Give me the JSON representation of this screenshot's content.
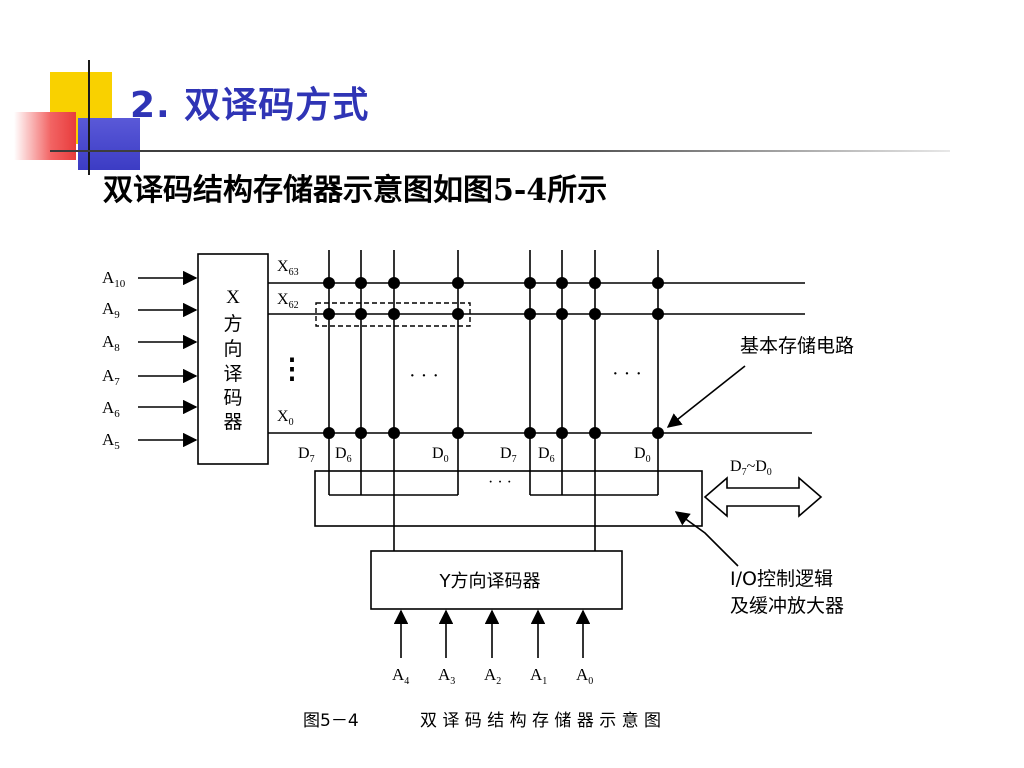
{
  "slide": {
    "title": "2. 双译码方式",
    "subtitle": "双译码结构存储器示意图如图5-4所示"
  },
  "diagram": {
    "x_inputs": [
      {
        "base": "A",
        "sub": "10"
      },
      {
        "base": "A",
        "sub": "9"
      },
      {
        "base": "A",
        "sub": "8"
      },
      {
        "base": "A",
        "sub": "7"
      },
      {
        "base": "A",
        "sub": "6"
      },
      {
        "base": "A",
        "sub": "5"
      }
    ],
    "x_decoder_label": [
      "X",
      "方",
      "向",
      "译",
      "码",
      "器"
    ],
    "row_labels": [
      {
        "base": "X",
        "sub": "63"
      },
      {
        "base": "X",
        "sub": "62"
      },
      {
        "base": "X",
        "sub": "0"
      }
    ],
    "vertical_dots": "⋮",
    "ellipsis": "· · ·",
    "bit_labels_left": [
      {
        "base": "D",
        "sub": "7"
      },
      {
        "base": "D",
        "sub": "6"
      },
      {
        "base": "D",
        "sub": "0"
      }
    ],
    "bit_labels_right": [
      {
        "base": "D",
        "sub": "7"
      },
      {
        "base": "D",
        "sub": "6"
      },
      {
        "base": "D",
        "sub": "0"
      }
    ],
    "io_ellipsis": "· · ·",
    "basic_cell_label": "基本存储电路",
    "data_bus": {
      "d1": "D",
      "s1": "7",
      "tilde": "~",
      "d2": "D",
      "s2": "0"
    },
    "io_label_line1": "I/O控制逻辑",
    "io_label_line2": "及缓冲放大器",
    "y_decoder_label": "Y方向译码器",
    "y_inputs": [
      {
        "base": "A",
        "sub": "4"
      },
      {
        "base": "A",
        "sub": "3"
      },
      {
        "base": "A",
        "sub": "2"
      },
      {
        "base": "A",
        "sub": "1"
      },
      {
        "base": "A",
        "sub": "0"
      }
    ],
    "caption_fig": "图5－4",
    "caption_text": "双 译 码 结 构 存 储 器 示 意 图"
  }
}
